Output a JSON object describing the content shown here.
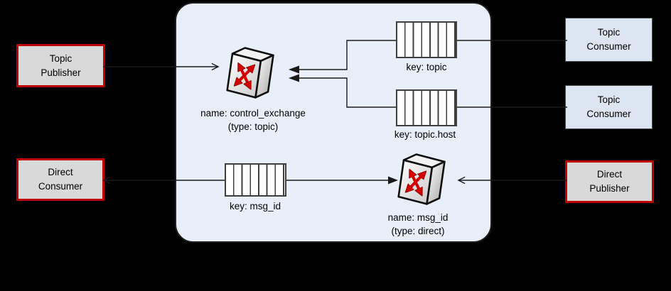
{
  "diagram": {
    "title": "rabbitmq-topic-direct-exchange-diagram",
    "background": "#000000",
    "broker_fill": "#e9eff8",
    "broker_border": "#1f1f1f",
    "red_border": "#c00000",
    "gray_fill": "#d9d9d9",
    "blue_fill": "#dce6f2",
    "line_color": "#1a1a1a",
    "exchange_arrow_red": "#d40000"
  },
  "actors": [
    {
      "id": "topic-publisher",
      "line1": "Topic",
      "line2": "Publisher"
    },
    {
      "id": "direct-consumer",
      "line1": "Direct",
      "line2": "Consumer"
    },
    {
      "id": "topic-consumer-1",
      "line1": "Topic",
      "line2": "Consumer"
    },
    {
      "id": "topic-consumer-2",
      "line1": "Topic",
      "line2": "Consumer"
    },
    {
      "id": "direct-publisher",
      "line1": "Direct",
      "line2": "Publisher"
    }
  ],
  "exchanges": [
    {
      "id": "control-exchange",
      "name_label": "name: control_exchange",
      "type_label": "(type: topic)"
    },
    {
      "id": "msgid-exchange",
      "name_label": "name: msg_id",
      "type_label": "(type: direct)"
    }
  ],
  "queues": [
    {
      "id": "queue-topic",
      "key_label": "key: topic"
    },
    {
      "id": "queue-topic-host",
      "key_label": "key: topic.host"
    },
    {
      "id": "queue-msgid",
      "key_label": "key: msg_id"
    }
  ]
}
